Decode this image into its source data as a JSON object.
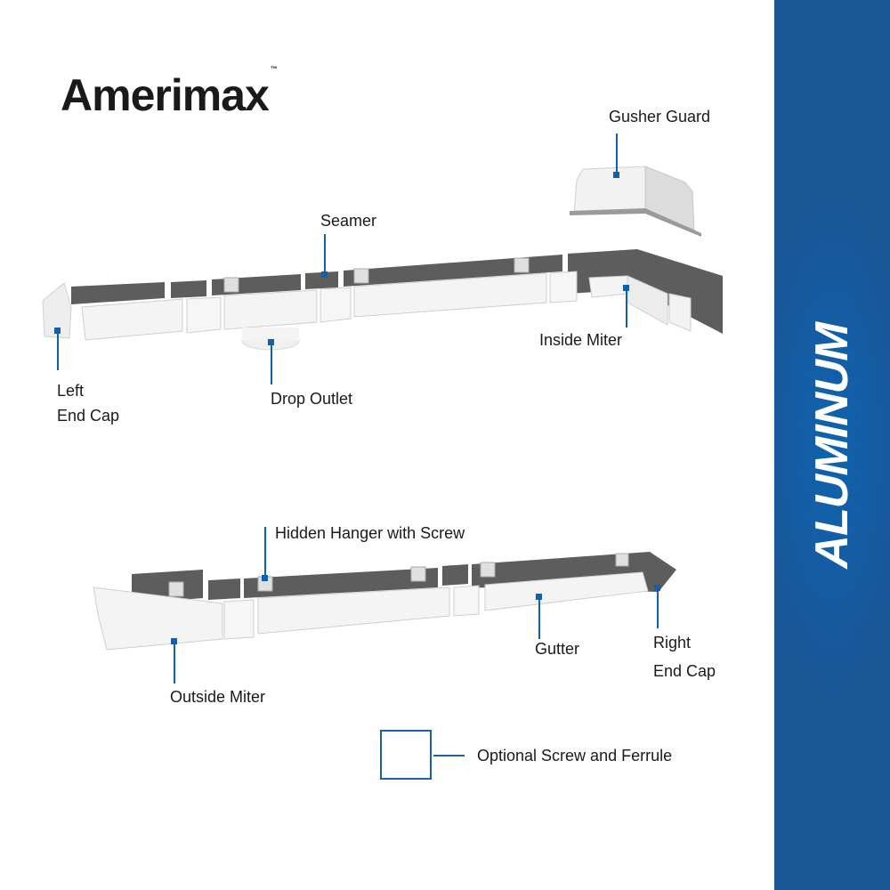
{
  "brand": {
    "name": "Amerimax",
    "trademark": "™"
  },
  "sidebar": {
    "label": "ALUMINUM",
    "color": "#135ea6"
  },
  "colors": {
    "leader": "#1060b0",
    "gutter_back": "#5d5d5d",
    "gutter_face": "#f4f4f4"
  },
  "callouts": {
    "gusher_guard": "Gusher Guard",
    "seamer": "Seamer",
    "inside_miter": "Inside Miter",
    "left_end_cap_line1": "Left",
    "left_end_cap_line2": "End Cap",
    "drop_outlet": "Drop Outlet",
    "hidden_hanger": "Hidden Hanger with Screw",
    "gutter": "Gutter",
    "right_end_cap_line1": "Right",
    "right_end_cap_line2": "End Cap",
    "outside_miter": "Outside Miter",
    "optional_screw": "Optional Screw and Ferrule"
  }
}
